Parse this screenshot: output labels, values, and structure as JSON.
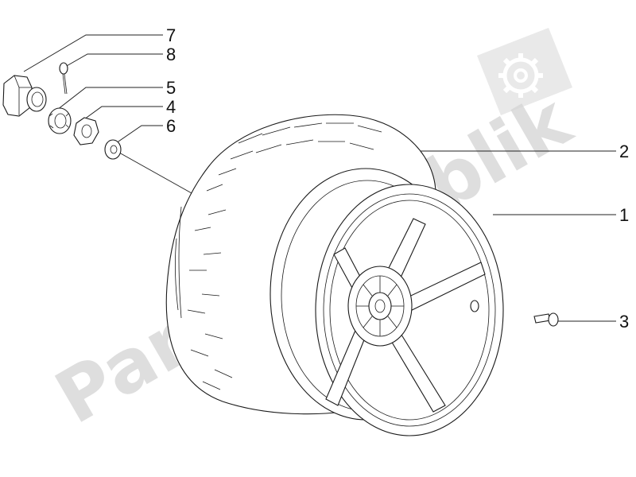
{
  "watermark": {
    "text": "PartsRepublik"
  },
  "callouts": [
    {
      "id": "1",
      "label": "1"
    },
    {
      "id": "2",
      "label": "2"
    },
    {
      "id": "3",
      "label": "3"
    },
    {
      "id": "4",
      "label": "4"
    },
    {
      "id": "5",
      "label": "5"
    },
    {
      "id": "6",
      "label": "6"
    },
    {
      "id": "7",
      "label": "7"
    },
    {
      "id": "8",
      "label": "8"
    }
  ],
  "icons": {
    "watermark_logo": "gear-icon"
  }
}
